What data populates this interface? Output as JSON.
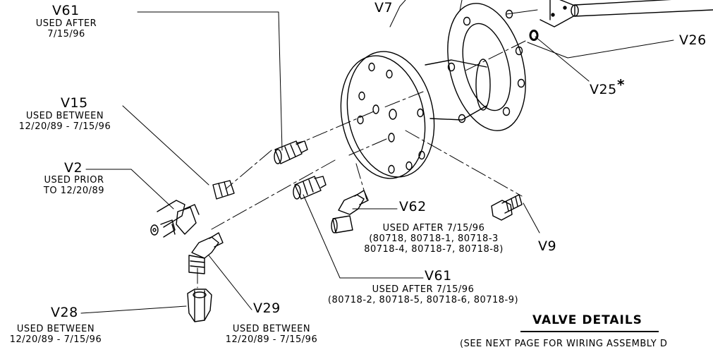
{
  "parts": {
    "v61_top": {
      "id": "V61",
      "note": [
        "USED AFTER",
        "7/15/96"
      ]
    },
    "v7": {
      "id": "V7"
    },
    "v26": {
      "id": "V26"
    },
    "v25": {
      "id": "V25",
      "mark": "*"
    },
    "v15": {
      "id": "V15",
      "note": [
        "USED BETWEEN",
        "12/20/89 - 7/15/96"
      ]
    },
    "v2": {
      "id": "V2",
      "note": [
        "USED PRIOR",
        "TO 12/20/89"
      ]
    },
    "v62": {
      "id": "V62",
      "note": [
        "USED AFTER 7/15/96",
        "(80718, 80718-1, 80718-3",
        "80718-4, 80718-7, 80718-8)"
      ]
    },
    "v9": {
      "id": "V9"
    },
    "v61_bottom": {
      "id": "V61",
      "note": [
        "USED AFTER 7/15/96",
        "(80718-2, 80718-5, 80718-6, 80718-9)"
      ]
    },
    "v28": {
      "id": "V28",
      "note": [
        "USED BETWEEN",
        "12/20/89 - 7/15/96"
      ]
    },
    "v29": {
      "id": "V29",
      "note": [
        "USED BETWEEN",
        "12/20/89 - 7/15/96"
      ]
    }
  },
  "title": "VALVE DETAILS",
  "subtitle": "(SEE NEXT PAGE FOR WIRING ASSEMBLY D"
}
